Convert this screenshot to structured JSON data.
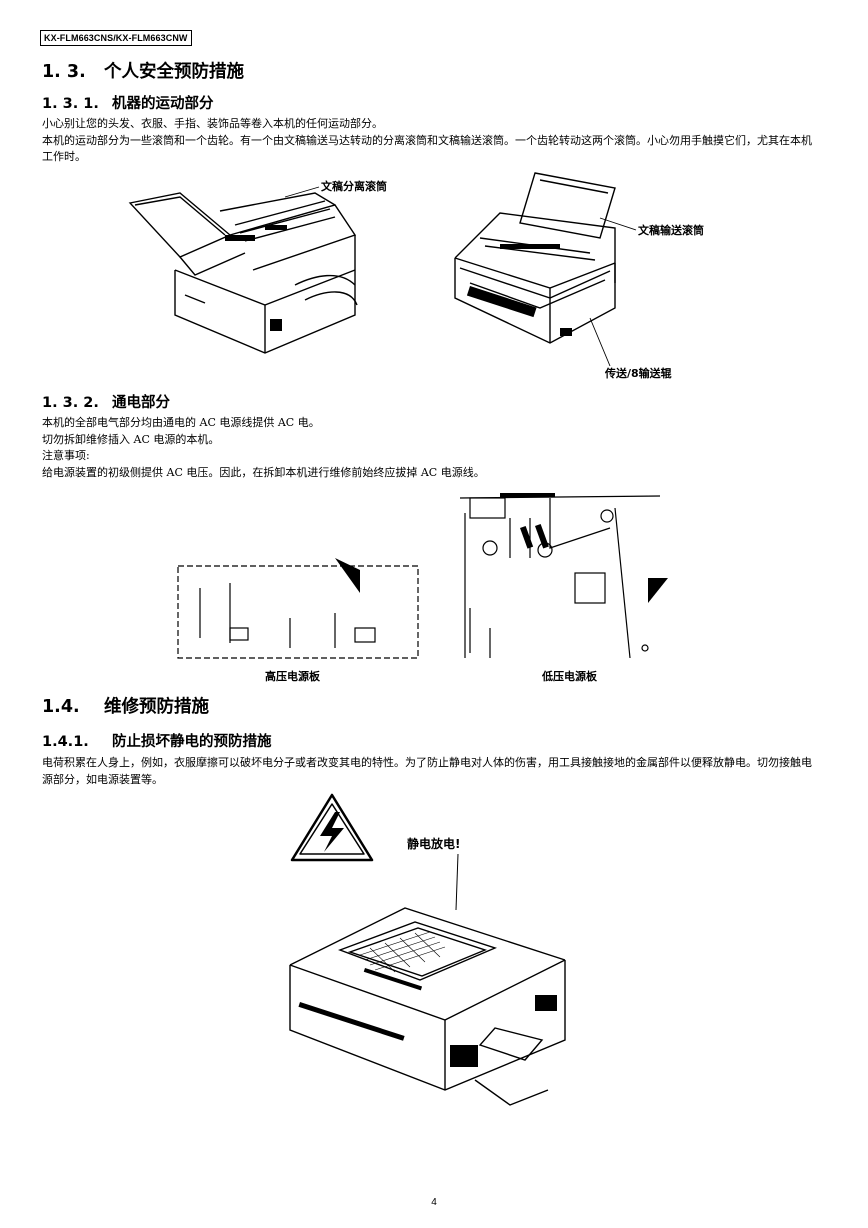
{
  "header": {
    "model": "KX-FLM663CNS/KX-FLM663CNW"
  },
  "sec_1_3": {
    "num": "1. 3.",
    "title": "个人安全预防措施"
  },
  "sec_1_3_1": {
    "num": "1. 3. 1.",
    "title": "机器的运动部分",
    "p1": "小心别让您的头发、衣服、手指、装饰品等卷入本机的任何运动部分。",
    "p2": "本机的运动部分为一些滚筒和一个齿轮。有一个由文稿输送马达转动的分离滚筒和文稿输送滚筒。一个齿轮转动这两个滚筒。小心勿用手触摸它们，尤其在本机工作时。",
    "callout_left": "文稿分离滚筒",
    "callout_right_top": "文稿输送滚筒",
    "callout_right_bottom": "传送/8输送辊"
  },
  "sec_1_3_2": {
    "num": "1. 3. 2.",
    "title": "通电部分",
    "p1": "本机的全部电气部分均由通电的 AC 电源线提供 AC 电。",
    "p2": "切勿拆卸维修插入 AC 电源的本机。",
    "p3": "注意事项:",
    "p4": "给电源装置的初级侧提供 AC 电压。因此，在拆卸本机进行维修前始终应拔掉 AC 电源线。",
    "label_high": "高压电源板",
    "label_low": "低压电源板"
  },
  "sec_1_4": {
    "num": "1.4.",
    "title": "维修预防措施"
  },
  "sec_1_4_1": {
    "num": "1.4.1.",
    "title": "防止损坏静电的预防措施",
    "p1": "电荷积累在人身上，例如，衣服摩擦可以破坏电分子或者改变其电的特性。为了防止静电对人体的伤害，用工具接触接地的金属部件以便释放静电。切勿接触电源部分，如电源装置等。",
    "callout": "静电放电!"
  },
  "footer": {
    "page": "4"
  }
}
